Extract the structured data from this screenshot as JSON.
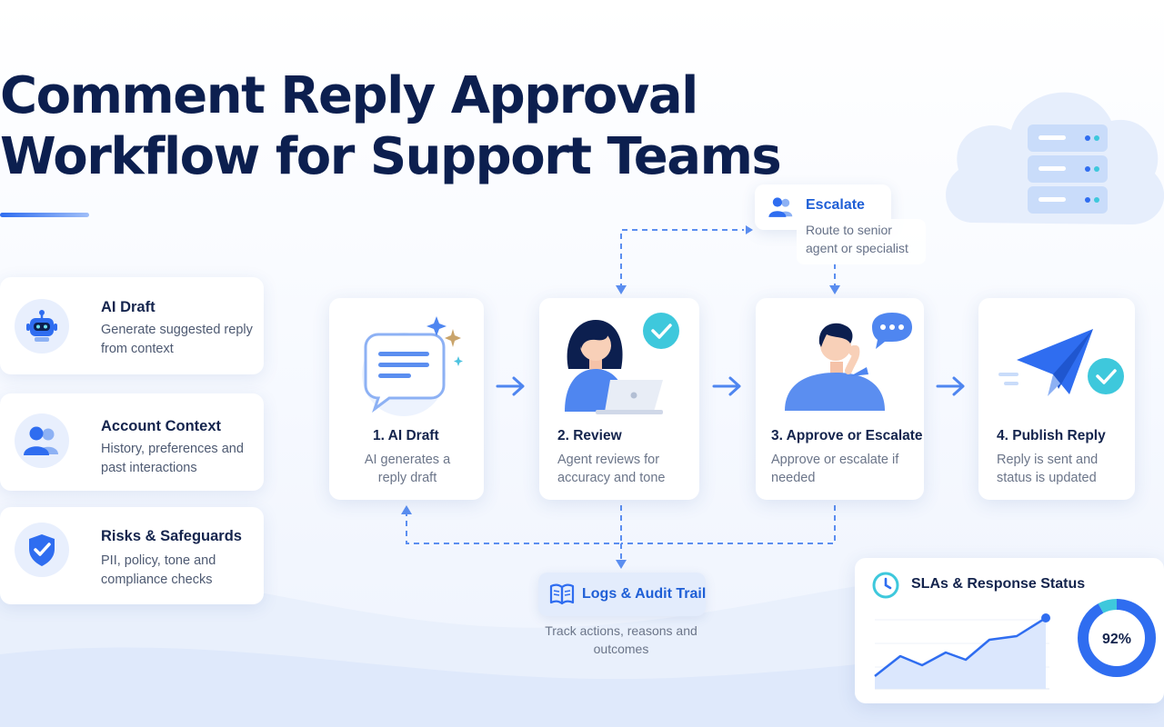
{
  "title_lines": [
    "Comment Reply Approval",
    "Workflow for Support Teams"
  ],
  "side_cards": [
    {
      "title": "AI Draft",
      "desc": "Generate suggested reply from context",
      "icon": "robot-icon"
    },
    {
      "title": "Account Context",
      "desc": "History, preferences and past interactions",
      "icon": "users-icon"
    },
    {
      "title": "Risks & Safeguards",
      "desc": "PII, policy, tone and compliance checks",
      "icon": "shield-check-icon"
    }
  ],
  "steps": [
    {
      "title": "1. AI Draft",
      "desc": "AI generates a reply draft",
      "icon": "chat-bubble-sparkle-icon"
    },
    {
      "title": "2. Review",
      "desc": "Agent reviews for accuracy and tone",
      "icon": "agent-laptop-icon"
    },
    {
      "title": "3. Approve or Escalate",
      "desc": "Approve or escalate if needed",
      "icon": "agent-thinking-icon"
    },
    {
      "title": "4. Publish Reply",
      "desc": "Reply is sent and status is updated",
      "icon": "paper-plane-icon"
    }
  ],
  "escalate": {
    "title": "Escalate",
    "desc": "Route to senior agent or specialist",
    "icon": "users-icon"
  },
  "logs": {
    "title": "Logs & Audit Trail",
    "desc": "Track actions, reasons and outcomes",
    "icon": "book-icon"
  },
  "sla": {
    "title": "SLAs & Response Status",
    "percent_label": "92%",
    "percent": 0.92,
    "icon": "clock-icon"
  },
  "colors": {
    "primary": "#2f6df0",
    "navy": "#0c1f4f",
    "teal": "#3ec8dc",
    "card": "#ffffff"
  }
}
